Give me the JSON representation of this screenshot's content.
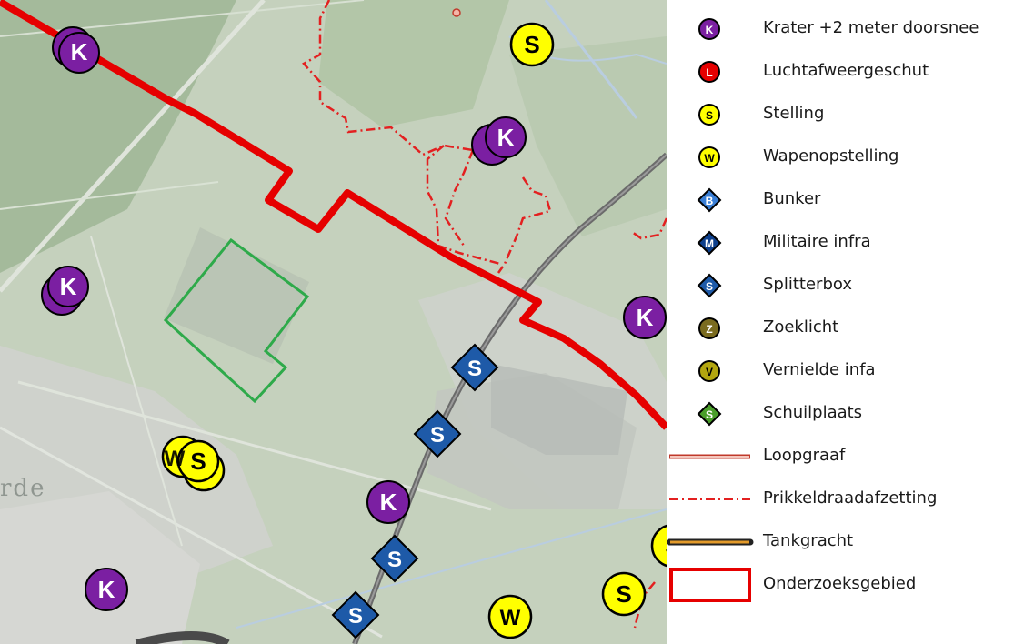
{
  "map": {
    "place_label": "rde",
    "colors": {
      "krater": "#7b1fa2",
      "stelling": "#ffff00",
      "splitterbox": "#1e5aa8",
      "tankgracht": "#e60000",
      "prikkeldraad": "#e32020",
      "onderzoeksgebied": "#2eaa4a"
    },
    "markers": [
      {
        "type": "krater",
        "letter": "K"
      },
      {
        "type": "stelling",
        "letter": "S"
      },
      {
        "type": "krater",
        "letter": "K"
      },
      {
        "type": "krater",
        "letter": "K"
      },
      {
        "type": "krater",
        "letter": "K"
      },
      {
        "type": "splitterbox",
        "letter": "S"
      },
      {
        "type": "splitterbox",
        "letter": "S"
      },
      {
        "type": "stelling",
        "letter": "S"
      },
      {
        "type": "wapenopstelling",
        "letter": "W"
      },
      {
        "type": "krater",
        "letter": "K"
      },
      {
        "type": "splitterbox",
        "letter": "S"
      },
      {
        "type": "splitterbox",
        "letter": "S"
      },
      {
        "type": "krater",
        "letter": "K"
      },
      {
        "type": "wapenopstelling",
        "letter": "W"
      },
      {
        "type": "stelling",
        "letter": "S"
      },
      {
        "type": "stelling",
        "letter": "S"
      }
    ]
  },
  "legend": {
    "items": [
      {
        "label": "Krater +2 meter doorsnee",
        "symbol": "circle",
        "letter": "K",
        "fill": "#7b1fa2",
        "text_color": "#ffffff"
      },
      {
        "label": "Luchtafweergeschut",
        "symbol": "circle",
        "letter": "L",
        "fill": "#e60000",
        "text_color": "#ffffff"
      },
      {
        "label": "Stelling",
        "symbol": "circle",
        "letter": "S",
        "fill": "#ffff00",
        "text_color": "#000000"
      },
      {
        "label": "Wapenopstelling",
        "symbol": "circle",
        "letter": "W",
        "fill": "#ffff00",
        "text_color": "#000000"
      },
      {
        "label": "Bunker",
        "symbol": "diamond",
        "letter": "B",
        "fill": "#3a7fd6",
        "text_color": "#ffffff"
      },
      {
        "label": "Militaire infra",
        "symbol": "diamond",
        "letter": "M",
        "fill": "#0d3f8c",
        "text_color": "#ffffff"
      },
      {
        "label": "Splitterbox",
        "symbol": "diamond",
        "letter": "S",
        "fill": "#1e5aa8",
        "text_color": "#ffffff"
      },
      {
        "label": "Zoeklicht",
        "symbol": "circle",
        "letter": "Z",
        "fill": "#7a6b1f",
        "text_color": "#ffffff"
      },
      {
        "label": "Vernielde infa",
        "symbol": "circle",
        "letter": "V",
        "fill": "#b3a60f",
        "text_color": "#000000"
      },
      {
        "label": "Schuilplaats",
        "symbol": "diamond",
        "letter": "S",
        "fill": "#4a9e2a",
        "text_color": "#ffffff"
      },
      {
        "label": "Loopgraaf",
        "symbol": "line-loopgraaf"
      },
      {
        "label": "Prikkeldraadafzetting",
        "symbol": "line-prikkeldraad"
      },
      {
        "label": "Tankgracht",
        "symbol": "line-tankgracht"
      },
      {
        "label": "Onderzoeksgebied",
        "symbol": "box-onderzoeksgebied"
      }
    ]
  }
}
